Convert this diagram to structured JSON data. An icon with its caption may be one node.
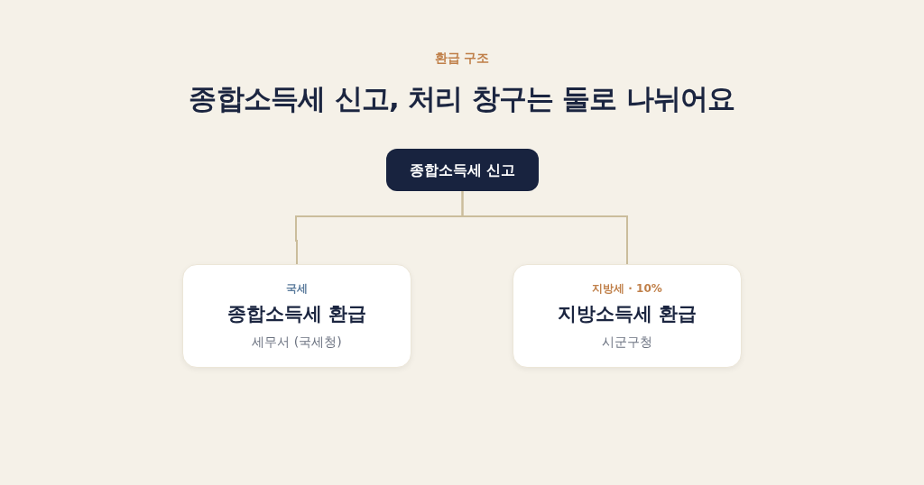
{
  "diagram": {
    "title": "종합소득세 신고, 처리 창구는 둘로 나뉘어요",
    "nodes": [
      {
        "text": [
          "종합소득세 신고"
        ]
      },
      {
        "text": [
          "국세",
          "종합소득세 환급",
          "세무서 (국세청)"
        ]
      },
      {
        "text": [
          "지방세 · 10%",
          "지방소득세 환급",
          "시군구청"
        ]
      }
    ],
    "edges": [
      {
        "from": 0,
        "to": 1,
        "arrow": "none"
      },
      {
        "from": 0,
        "to": 2,
        "arrow": "none"
      }
    ],
    "labels": [
      "환급 구조"
    ]
  }
}
